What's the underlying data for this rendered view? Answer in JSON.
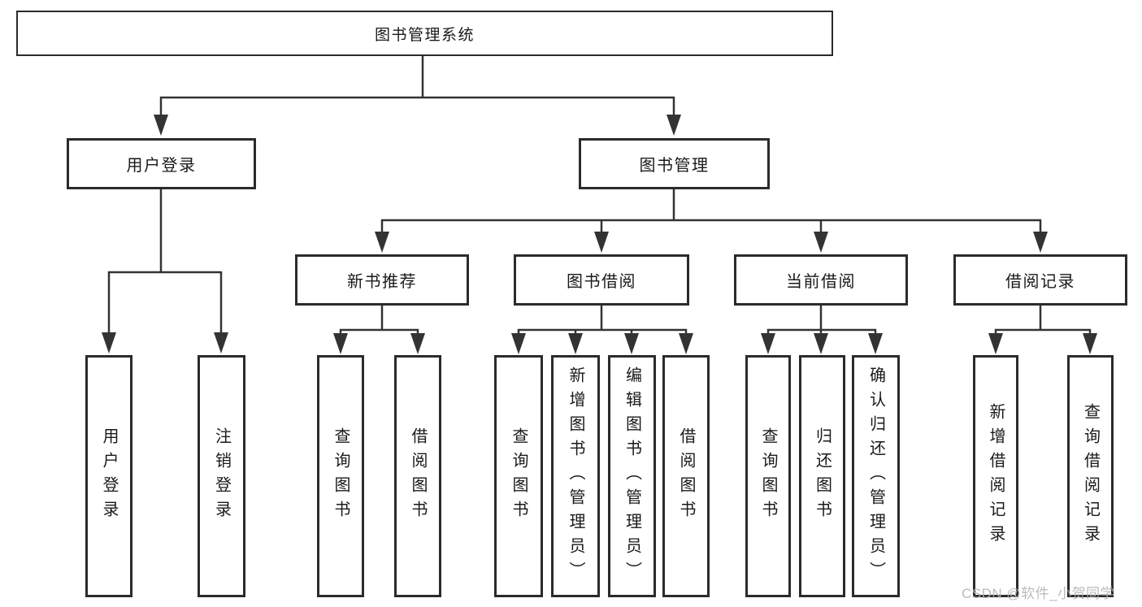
{
  "tree": {
    "label": "图书管理系统",
    "children": [
      {
        "label": "用户登录",
        "children": [
          {
            "label": "用户登录"
          },
          {
            "label": "注销登录"
          }
        ]
      },
      {
        "label": "图书管理",
        "children": [
          {
            "label": "新书推荐",
            "children": [
              {
                "label": "查询图书"
              },
              {
                "label": "借阅图书"
              }
            ]
          },
          {
            "label": "图书借阅",
            "children": [
              {
                "label": "查询图书"
              },
              {
                "label": "新增图书（管理员）"
              },
              {
                "label": "编辑图书（管理员）"
              },
              {
                "label": "借阅图书"
              }
            ]
          },
          {
            "label": "当前借阅",
            "children": [
              {
                "label": "查询图书"
              },
              {
                "label": "归还图书"
              },
              {
                "label": "确认归还（管理员）"
              }
            ]
          },
          {
            "label": "借阅记录",
            "children": [
              {
                "label": "新增借阅记录"
              },
              {
                "label": "查询借阅记录"
              }
            ]
          }
        ]
      }
    ]
  },
  "watermark": "CSDN @软件_小贺同学",
  "colors": {
    "line": "#333333",
    "box_border": "#2b2b2b",
    "text": "#1a1a1a",
    "watermark": "#b4b4b4",
    "background": "#ffffff"
  }
}
